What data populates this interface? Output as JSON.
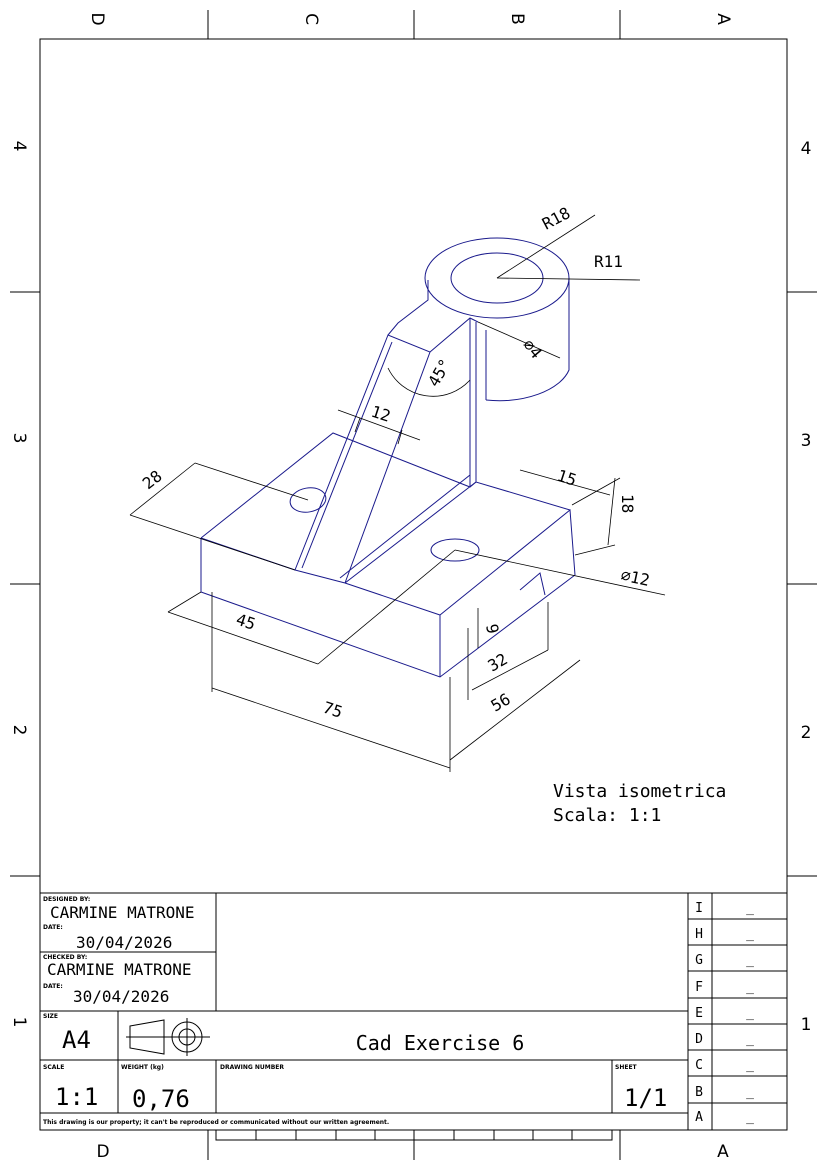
{
  "zones": {
    "columns": [
      "D",
      "C",
      "B",
      "A"
    ],
    "bottom_columns": [
      "D",
      "A"
    ],
    "rows": [
      "4",
      "3",
      "2",
      "1"
    ]
  },
  "dimensions": {
    "r18": "R18",
    "r11": "R11",
    "d4": "∅4",
    "a45": "45°",
    "w12": "12",
    "w28": "28",
    "w15": "15",
    "h18": "18",
    "d12": "∅12",
    "w45": "45",
    "h9": "9",
    "w32": "32",
    "w56": "56",
    "w75": "75"
  },
  "view_note": {
    "line1": "Vista isometrica",
    "line2": "Scala:  1:1"
  },
  "title_block": {
    "designed_by_label": "DESIGNED BY:",
    "designed_by": "CARMINE MATRONE",
    "date_label": "DATE:",
    "designed_date": "30/04/2026",
    "checked_by_label": "CHECKED BY:",
    "checked_by": "CARMINE MATRONE",
    "checked_date": "30/04/2026",
    "size_label": "SIZE",
    "size": "A4",
    "title": "Cad Exercise 6",
    "scale_label": "SCALE",
    "scale": "1:1",
    "weight_label": "WEIGHT (kg)",
    "weight": "0,76",
    "drawing_number_label": "DRAWING NUMBER",
    "sheet_label": "SHEET",
    "sheet": "1/1",
    "disclaimer": "This drawing is our property; it can't be reproduced or communicated without our written agreement."
  },
  "revisions": [
    {
      "letter": "I",
      "value": "_"
    },
    {
      "letter": "H",
      "value": "_"
    },
    {
      "letter": "G",
      "value": "_"
    },
    {
      "letter": "F",
      "value": "_"
    },
    {
      "letter": "E",
      "value": "_"
    },
    {
      "letter": "D",
      "value": "_"
    },
    {
      "letter": "C",
      "value": "_"
    },
    {
      "letter": "B",
      "value": "_"
    },
    {
      "letter": "A",
      "value": "_"
    }
  ]
}
